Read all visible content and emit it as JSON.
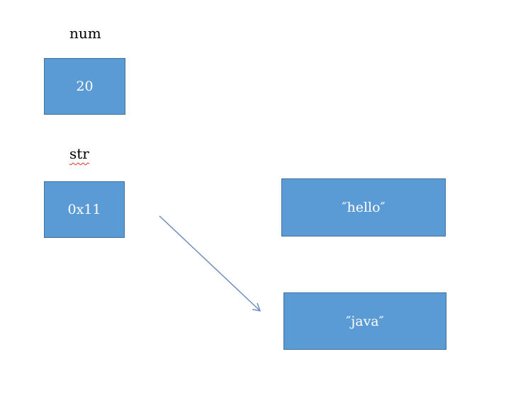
{
  "variables": [
    {
      "name": "num",
      "value": "20"
    },
    {
      "name": "str",
      "value": "0x11"
    }
  ],
  "heap": [
    {
      "value": "″hello″"
    },
    {
      "value": "″java″"
    }
  ],
  "colors": {
    "box_fill": "#5b9bd5",
    "box_border": "#41719c",
    "arrow": "#6b8fc0",
    "spell_underline": "#e0301e"
  }
}
